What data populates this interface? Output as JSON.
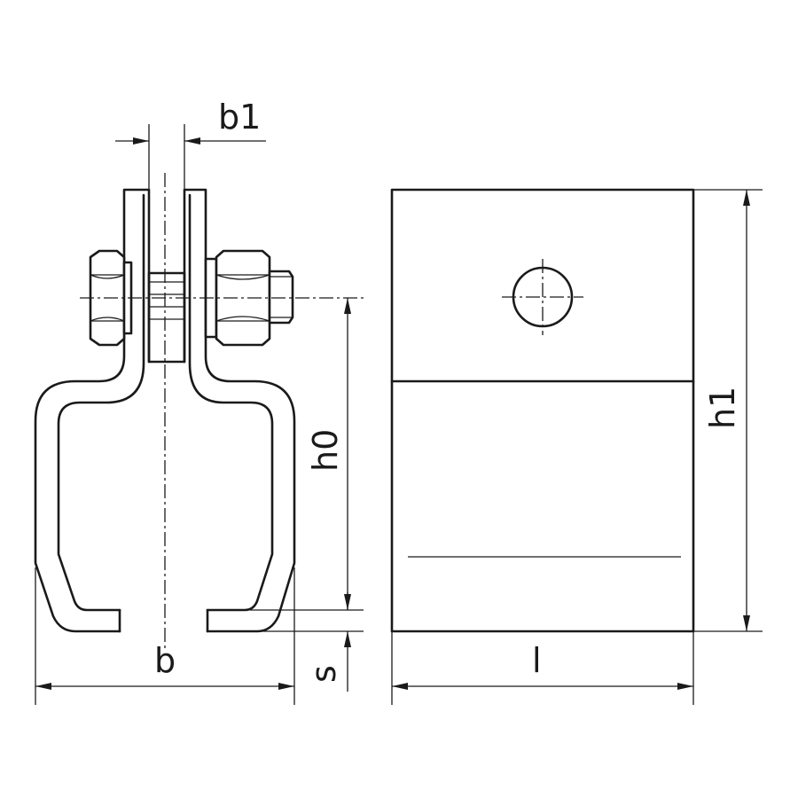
{
  "labels": {
    "b1": "b1",
    "h0": "h0",
    "h1": "h1",
    "b": "b",
    "s": "s",
    "l": "l"
  }
}
